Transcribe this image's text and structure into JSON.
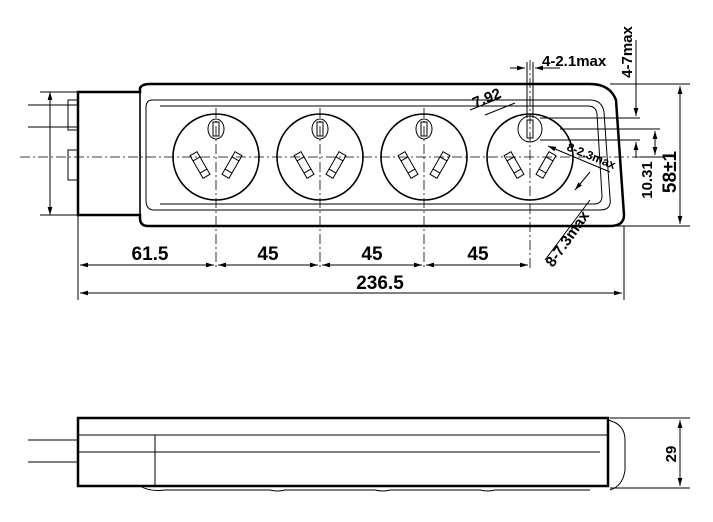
{
  "dimensions": {
    "first_spacing": "61.5",
    "spacing_1": "45",
    "spacing_2": "45",
    "spacing_3": "45",
    "total_length": "236.5",
    "pin_hole_width": "4-2.1max",
    "pin_hole_depth": "4-7max",
    "earth_offset": "7.92",
    "slot_width": "8-2.3max",
    "slot_length": "8-7.3max",
    "socket_offset": "10.31",
    "width": "58±1",
    "height": "29"
  },
  "socket_count": 4,
  "colors": {
    "line": "#000000",
    "background": "#ffffff"
  }
}
